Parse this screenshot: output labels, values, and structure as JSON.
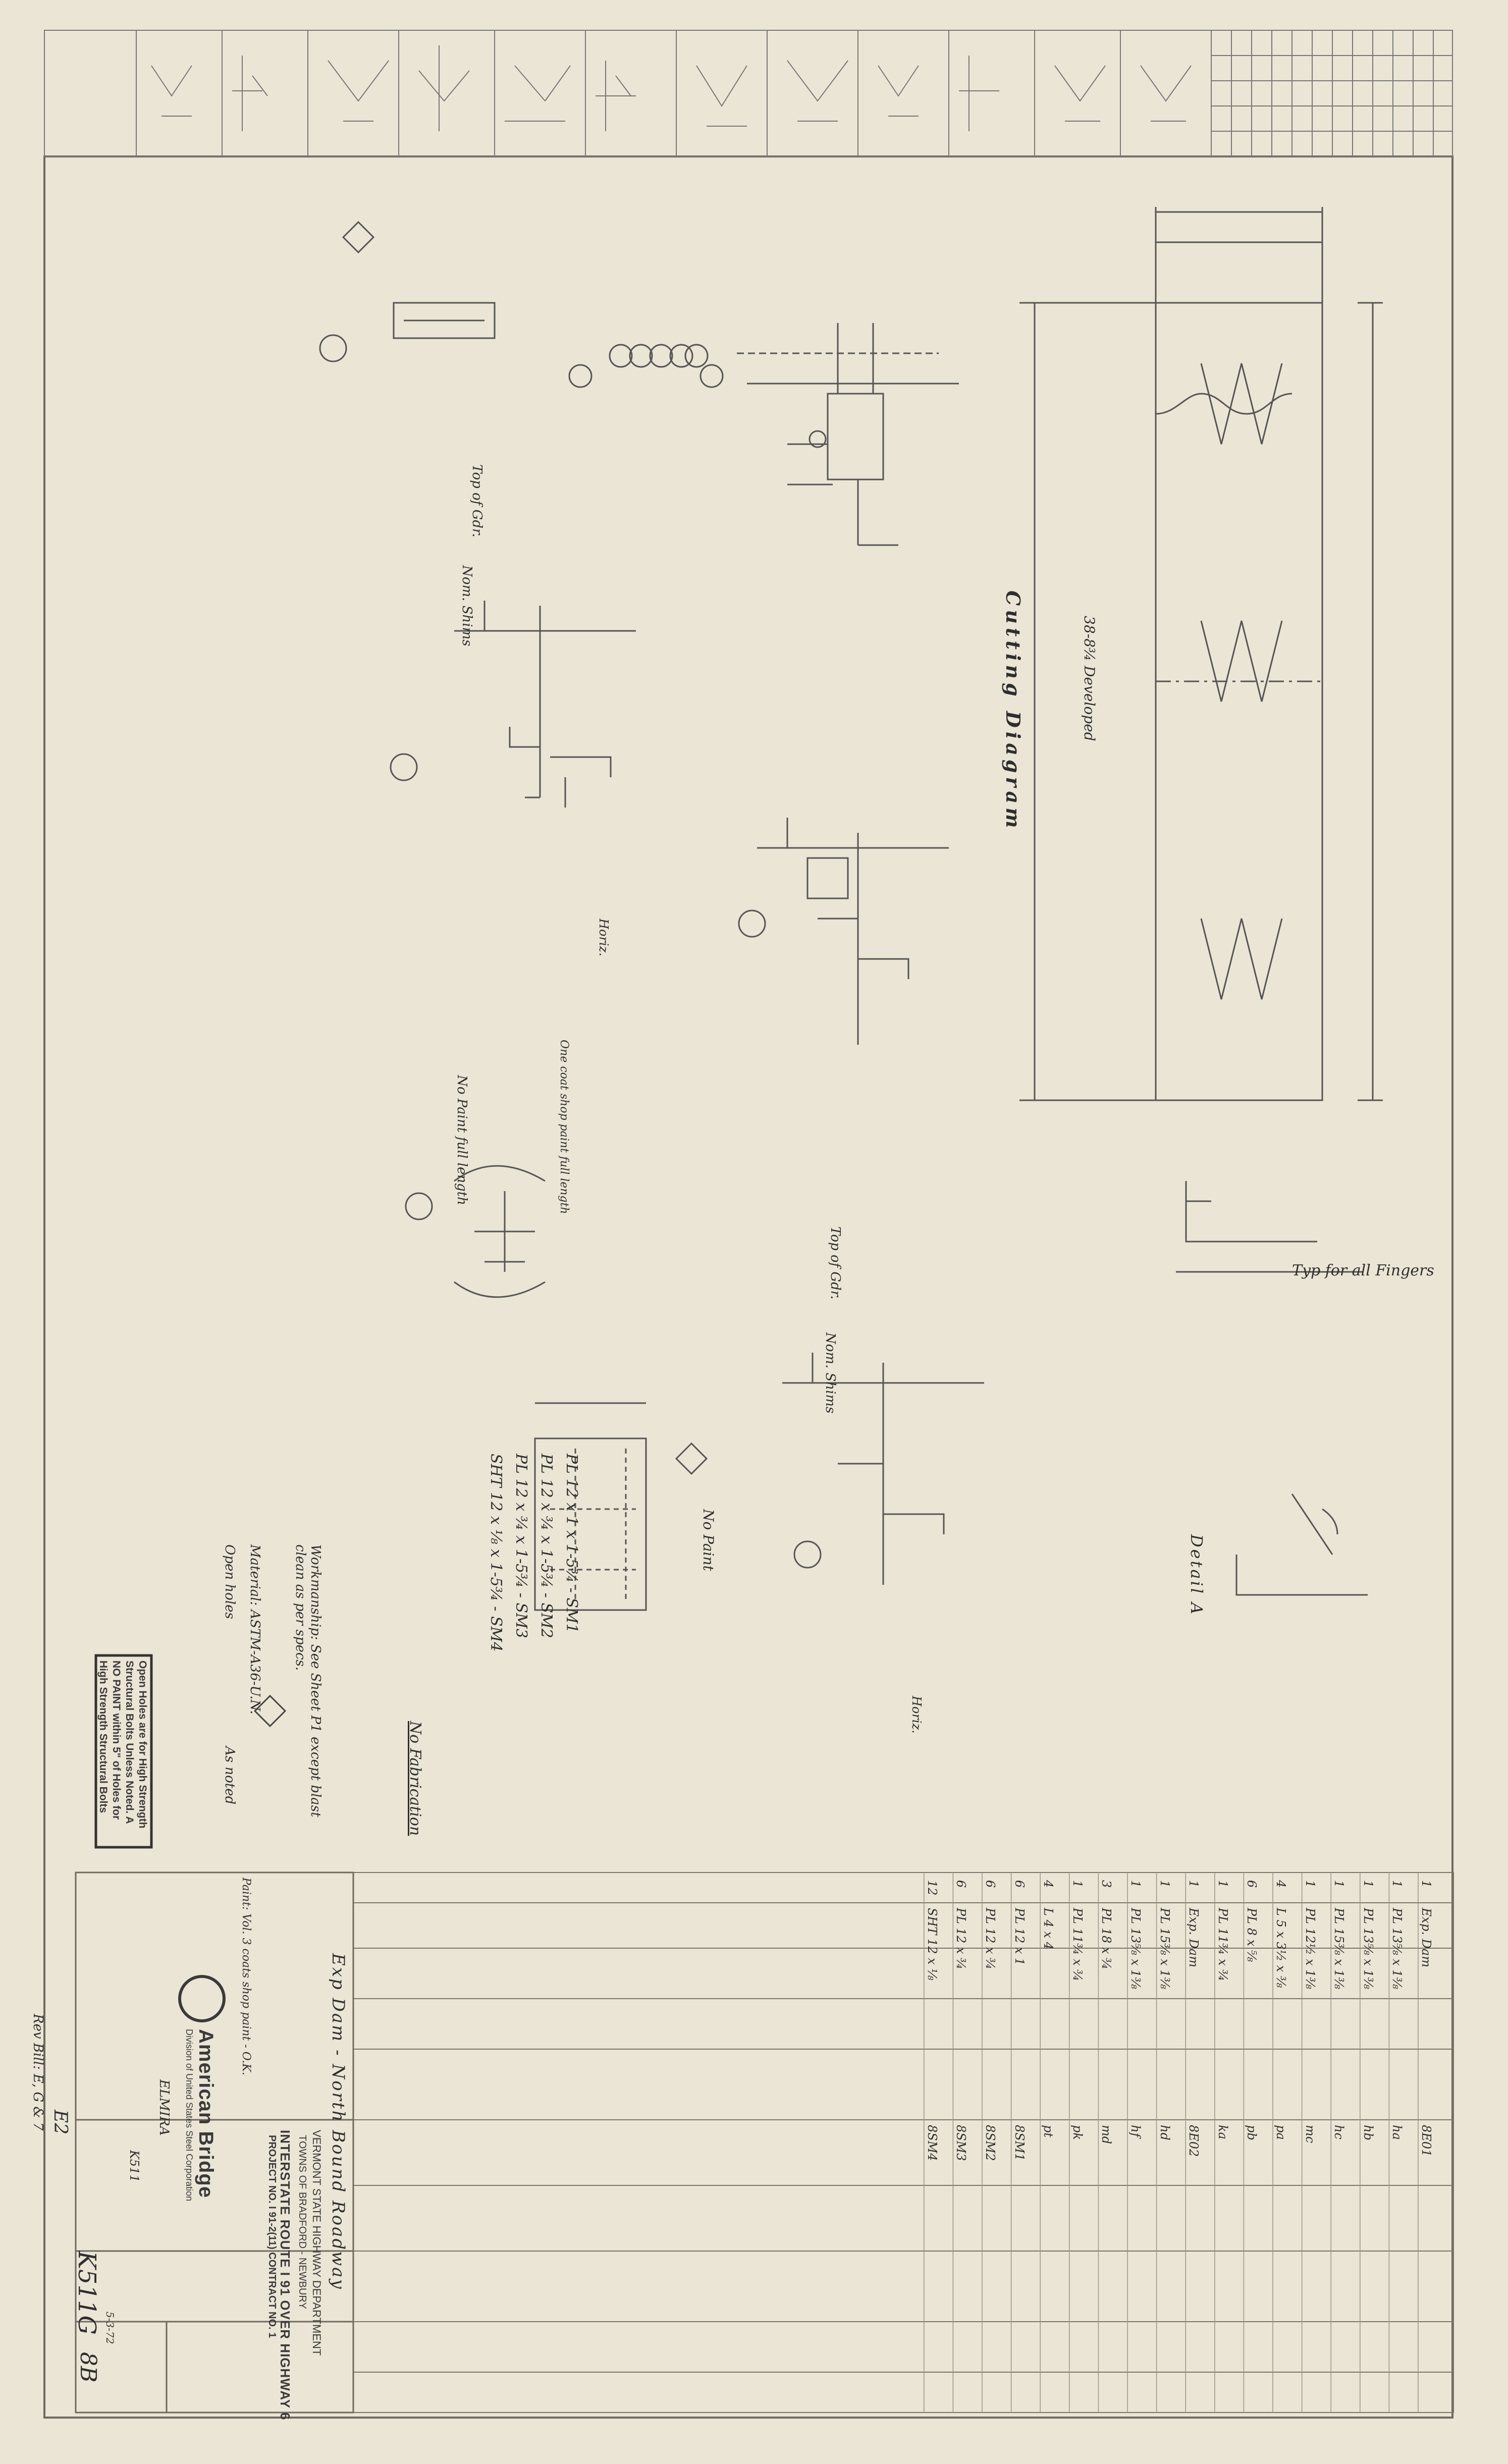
{
  "sheet": {
    "sheet_no": "8B",
    "drawing_no": "K511G",
    "rev_note": "Rev Bill: E, G & 7",
    "e_box": "E2"
  },
  "title_block": {
    "company": "American Bridge",
    "division": "Division of United States Steel Corporation",
    "owner": "VERMONT STATE HIGHWAY DEPARTMENT",
    "towns": "TOWNS OF BRADFORD - NEWBURY",
    "route": "INTERSTATE ROUTE I 91 OVER HIGHWAY 6",
    "project": "PROJECT NO. I 91-2(11) CONTRACT NO. 1",
    "elmira": "ELMIRA",
    "contract": "K511",
    "dated": "5-3-72",
    "subtitle": "Exp Dam - North Bound Roadway"
  },
  "notes": {
    "workmanship": "Workmanship: See Sheet P1 except blast clean as per specs.",
    "paint": "Paint: Vol. 3 coats shop paint - O.K.",
    "material": "Material: ASTM-A36-U.N.",
    "open_holes": "Open holes",
    "as_noted": "As noted",
    "hs_bolt_box": "Open Holes are for High Strength Structural Bolts Unless Noted. A NO PAINT within 5\" of Holes for High Strength Structural Bolts",
    "no_fab": "No Fabrication"
  },
  "drawing_labels": {
    "cutting_diagram": "Cutting Diagram",
    "detail_a": "Detail A",
    "typ_fingers": "Typ for all Fingers",
    "no_paint": "No Paint",
    "no_paint_full": "No Paint full length",
    "one_coat": "One coat shop paint full length",
    "nom_shims": "Nom. Shims",
    "top_of_gdr": "Top of Gdr.",
    "horiz": "Horiz.",
    "developed": "38-8¾ Developed",
    "cut_plates": "PL 12 x 1 x 1-5¾ - SM1",
    "cut_plates2": "PL 12 x ¾ x 1-5¾ - SM2",
    "cut_plates3": "PL 12 x ¾ x 1-5¾ - SM3",
    "cut_plates4": "SHT 12 x ⅛ x 1-5¾ - SM4"
  },
  "bill": {
    "rows": [
      {
        "no": "",
        "qty": "1",
        "desc": "Exp. Dam",
        "mark": "8E01"
      },
      {
        "no": "",
        "qty": "1",
        "desc": "PL 13⅝ x 1⅜",
        "mark": "ha"
      },
      {
        "no": "",
        "qty": "1",
        "desc": "PL 13⅝ x 1⅜",
        "mark": "hb"
      },
      {
        "no": "",
        "qty": "1",
        "desc": "PL 15⅜ x 1⅜",
        "mark": "hc"
      },
      {
        "no": "",
        "qty": "1",
        "desc": "PL 12½ x 1⅜",
        "mark": "mc"
      },
      {
        "no": "",
        "qty": "4",
        "desc": "L 5 x 3½ x ⅜",
        "mark": "pa"
      },
      {
        "no": "",
        "qty": "6",
        "desc": "PL 8 x ⅝",
        "mark": "pb"
      },
      {
        "no": "",
        "qty": "1",
        "desc": "PL 11¾ x ¾",
        "mark": "ka"
      },
      {
        "no": "",
        "qty": "1",
        "desc": "Exp. Dam",
        "mark": "8E02"
      },
      {
        "no": "",
        "qty": "1",
        "desc": "PL 15⅜ x 1⅜",
        "mark": "hd"
      },
      {
        "no": "",
        "qty": "1",
        "desc": "PL 13⅝ x 1⅜",
        "mark": "hf"
      },
      {
        "no": "",
        "qty": "3",
        "desc": "PL 18 x ¾",
        "mark": "md"
      },
      {
        "no": "",
        "qty": "1",
        "desc": "PL 11¾ x ¾",
        "mark": "pk"
      },
      {
        "no": "",
        "qty": "4",
        "desc": "L 4 x 4",
        "mark": "pt"
      },
      {
        "no": "",
        "qty": "6",
        "desc": "PL 12 x 1",
        "mark": "8SM1"
      },
      {
        "no": "",
        "qty": "6",
        "desc": "PL 12 x ¾",
        "mark": "8SM2"
      },
      {
        "no": "",
        "qty": "6",
        "desc": "PL 12 x ¾",
        "mark": "8SM3"
      },
      {
        "no": "",
        "qty": "12",
        "desc": "SHT 12 x ⅛",
        "mark": "8SM4"
      }
    ]
  }
}
